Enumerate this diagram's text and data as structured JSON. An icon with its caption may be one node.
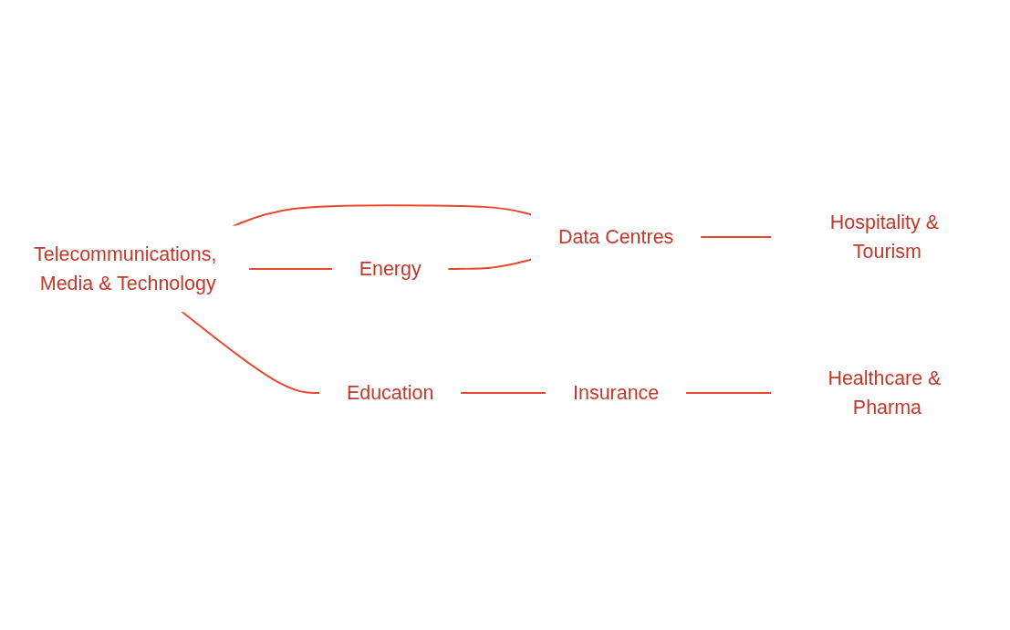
{
  "diagram": {
    "nodes": [
      {
        "text": [
          "Telecommunications, Media & Technology"
        ]
      },
      {
        "text": [
          "Energy"
        ]
      },
      {
        "text": [
          "Data Centres"
        ]
      },
      {
        "text": [
          "Hospitality & Tourism"
        ]
      },
      {
        "text": [
          "Education"
        ]
      },
      {
        "text": [
          "Insurance"
        ]
      },
      {
        "text": [
          "Healthcare & Pharma"
        ]
      }
    ],
    "edges": [
      {
        "from": 0,
        "to": 1,
        "arrow": "none"
      },
      {
        "from": 0,
        "to": 2,
        "arrow": "none"
      },
      {
        "from": 1,
        "to": 2,
        "arrow": "none"
      },
      {
        "from": 2,
        "to": 3,
        "arrow": "none"
      },
      {
        "from": 0,
        "to": 4,
        "arrow": "none"
      },
      {
        "from": 4,
        "to": 5,
        "arrow": "none"
      },
      {
        "from": 5,
        "to": 6,
        "arrow": "none"
      }
    ]
  }
}
